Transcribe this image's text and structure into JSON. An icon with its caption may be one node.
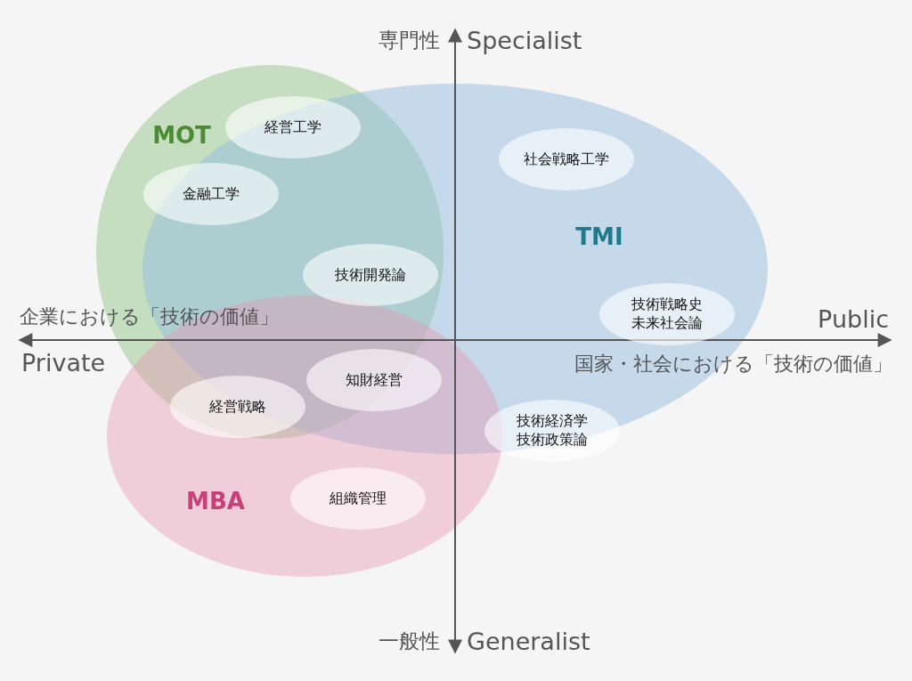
{
  "diagram": {
    "nodes": [
      {
        "text": [
          "MOT"
        ]
      },
      {
        "text": [
          "TMI"
        ]
      },
      {
        "text": [
          "経営工学"
        ],
        "in": 0
      },
      {
        "text": [
          "社会戦略工学"
        ],
        "in": 1
      },
      {
        "text": [
          "金融工学"
        ],
        "in": 0
      },
      {
        "text": [
          "技術開発論"
        ],
        "in": 0
      },
      {
        "text": [
          "技術戦略史未来社会論"
        ],
        "in": 1
      },
      {
        "text": [
          "知財経営"
        ]
      },
      {
        "text": [
          "経営戦略"
        ]
      },
      {
        "text": [
          "技術経済学技術政策論"
        ]
      },
      {
        "text": [
          "MBA"
        ]
      },
      {
        "text": [
          "組織管理"
        ],
        "in": 10
      }
    ],
    "labels": [
      "専門性",
      "Specialist",
      "企業における「技術の価値」",
      "Public",
      "Private",
      "国家・社会における「技術の価値」",
      "一般性",
      "Generalist"
    ]
  }
}
